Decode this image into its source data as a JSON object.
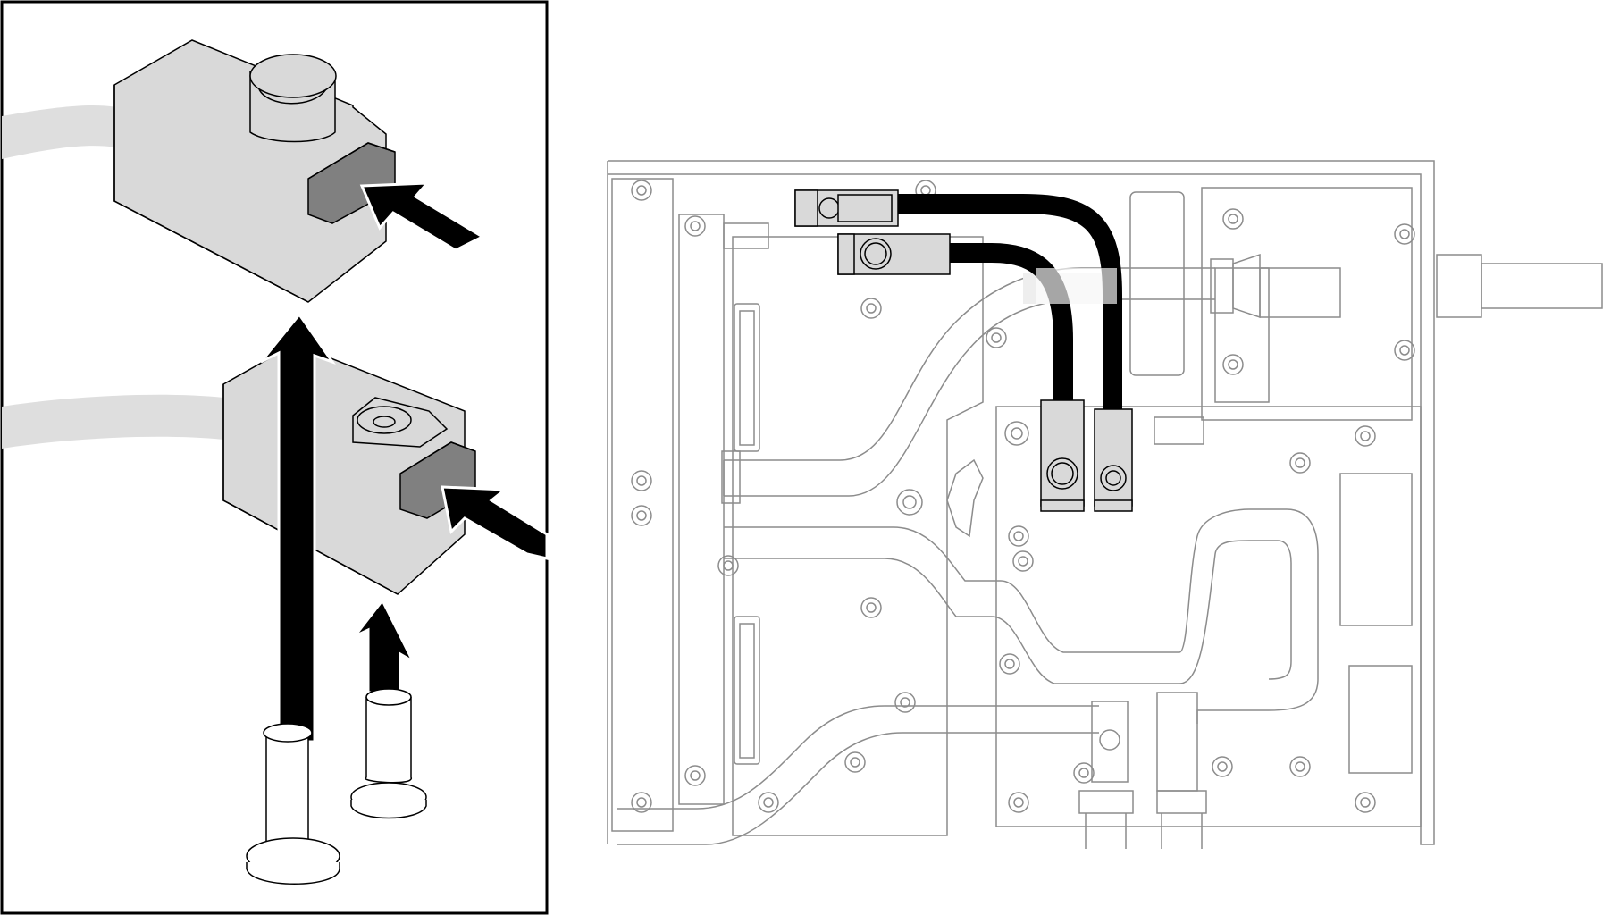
{
  "figure": {
    "kind": "service-procedure-illustration",
    "panels": [
      {
        "id": "detail-inset",
        "content": "sensor-connectors-removal-detail"
      },
      {
        "id": "board-overview",
        "content": "cold-plate-assembly-with-sensor-cables"
      }
    ],
    "steps_shown": [
      {
        "icon": "push-arrow-icon",
        "action": "press-latch",
        "count": 2
      },
      {
        "icon": "lift-arrow-icon",
        "action": "pull-up",
        "count": 2
      }
    ]
  },
  "colors": {
    "line": "#3a3a3a",
    "outline": "#000000",
    "connector_fill": "#d9d9d9",
    "latch_fill": "#808080",
    "tube_fill": "#dedede",
    "cable": "#000000",
    "background": "#ffffff",
    "board_line": "#8c8c8c"
  }
}
